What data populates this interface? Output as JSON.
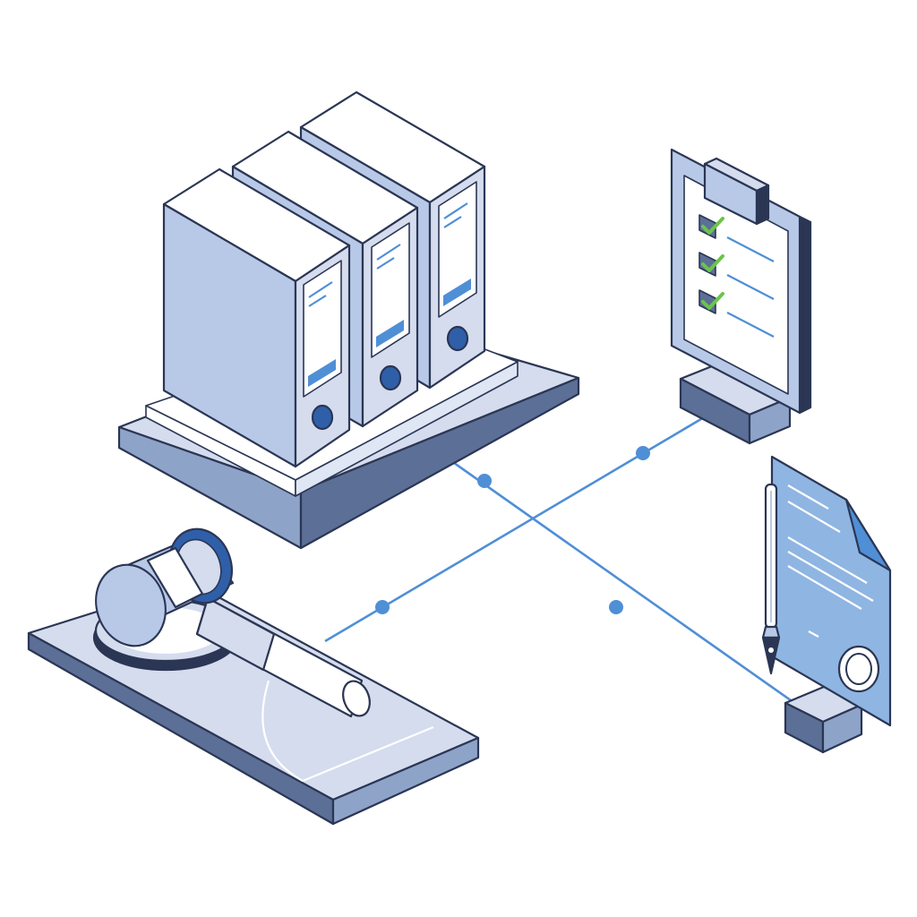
{
  "illustration": {
    "style": "isometric line illustration",
    "subjects": [
      "binders-on-platform",
      "checklist-clipboard-stand",
      "signed-document-with-pen",
      "gavel-on-sound-block"
    ],
    "connector": {
      "nodes": 4,
      "color": "#4f8fd6"
    }
  },
  "palette": {
    "outline": "#2b3654",
    "light": "#d4dcee",
    "mid": "#b8c9e8",
    "shade": "#8ea3c8",
    "dark": "#5c6f96",
    "accent": "#4f8fd6",
    "check": "#6cc44a",
    "paper": "#ffffff"
  },
  "icons": {
    "checklist_marks": [
      "check-icon",
      "check-icon",
      "check-icon"
    ],
    "document_seal": "seal-icon",
    "pen": "fountain-pen-icon",
    "gavel": "gavel-icon"
  }
}
